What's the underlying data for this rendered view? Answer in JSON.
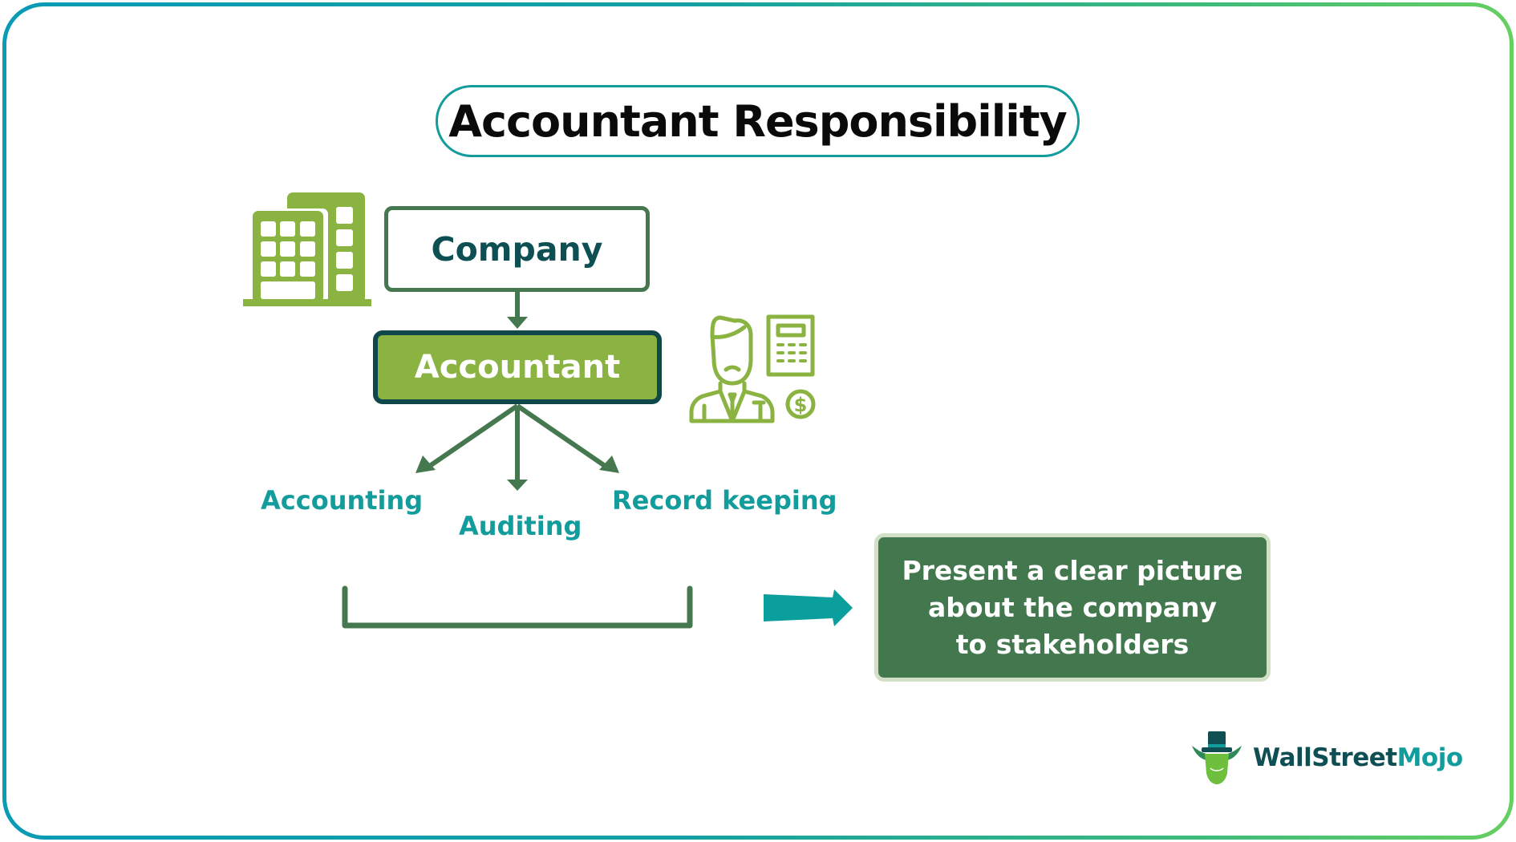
{
  "title": "Accountant Responsibility",
  "diagram": {
    "top_node": {
      "label": "Company",
      "icon": "building-icon"
    },
    "middle_node": {
      "label": "Accountant",
      "icon": "accountant-with-calculator-icon"
    },
    "responsibilities": [
      {
        "label": "Accounting"
      },
      {
        "label": "Auditing"
      },
      {
        "label": "Record keeping"
      }
    ],
    "outcome": {
      "label": "Present a clear picture\nabout the company\nto stakeholders"
    },
    "connector_arrow": "right-arrow-icon"
  },
  "brand": {
    "name_part1": "WallStreet",
    "name_part2": "Mojo",
    "icon": "bull-logo-icon"
  },
  "colors": {
    "frame_gradient_start": "#0a9bb5",
    "frame_gradient_end": "#66cf62",
    "title_border": "#139c9c",
    "dark_green": "#43784f",
    "light_green": "#8ab342",
    "dark_teal": "#0d4f52",
    "teal": "#139c9c",
    "outcome_border": "#d1e0c6"
  }
}
